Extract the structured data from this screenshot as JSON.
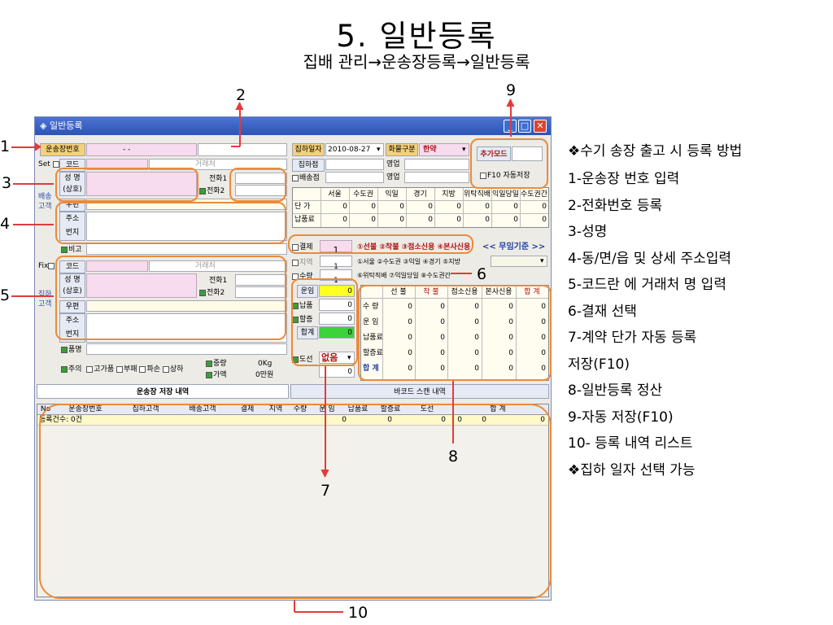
{
  "slide": {
    "title": "5. 일반등록",
    "subtitle": "집배 관리→운송장등록→일반등록"
  },
  "window": {
    "title": "일반등록"
  },
  "left": {
    "waybill_label": "운송장번호",
    "waybill_value": "-   -",
    "set_label": "Set",
    "code_label": "코드",
    "client_label": "거래처",
    "name_label": "성  명",
    "shop_label": "(상호)",
    "phone1": "전화1",
    "phone2": "전화2",
    "ship_customer": "배송",
    "customer": "고객",
    "zip": "우편",
    "addr": "주소",
    "street": "번지",
    "note": "비고",
    "fix_label": "Fix",
    "collect": "집하",
    "item_name": "품명",
    "caution": "주의",
    "opt1": "고가품",
    "opt2": "부패",
    "opt3": "파손",
    "opt4": "상하",
    "weight_label": "중량",
    "weight_value": "0Kg",
    "price_label": "가액",
    "price_value": "0만원"
  },
  "right": {
    "pickup_date_label": "집하일자",
    "pickup_date": "2010-08-27",
    "cargo_type_label": "화물구분",
    "cargo_type": "한약",
    "pickup_store": "집하점",
    "delivery_store": "배송점",
    "business": "영업",
    "add_mode": "추가모드",
    "autosave": "F10 자동저장",
    "region_cols": [
      "서울",
      "수도권",
      "익일",
      "경기",
      "지방",
      "위탁직배",
      "익일당일",
      "수도권간"
    ],
    "unit_price_label": "단 가",
    "fee_label": "납품료",
    "payment_label": "결제",
    "payment_value": "1",
    "payment_options": "①선불 ②착불 ③점소신용 ④본사신용",
    "region_label": "지역",
    "region_value": "1",
    "region_options": "①서울 ②수도권 ③익일 ④경기 ⑤지방",
    "qty_label": "수량",
    "qty_value": "1",
    "qty_options": "⑥위탁직배 ⑦익일당일 ⑧수도권간",
    "no_base": "<< 무임기준 >>",
    "fare": "운임",
    "fee": "납품",
    "surcharge": "할증",
    "total": "합계",
    "ferry": "도선",
    "none": "없음",
    "ferry_value": "0",
    "calc_cols": [
      "선 불",
      "착 불",
      "점소신용",
      "본사신용",
      "합 계"
    ],
    "calc_rows": [
      "수 량",
      "운 임",
      "납품료",
      "할증료",
      "합 계"
    ],
    "zero": "0"
  },
  "list": {
    "tab1": "운송장 저장 내역",
    "tab2": "바코드 스캔 내역",
    "cols": [
      "No",
      "운송장번호",
      "집하고객",
      "배송고객",
      "결제",
      "지역",
      "수량",
      "운 임",
      "납품료",
      "할증료",
      "도선",
      "합 계"
    ],
    "count": "등록건수: 0건"
  },
  "callouts": [
    "1",
    "2",
    "3",
    "4",
    "5",
    "6",
    "7",
    "8",
    "9",
    "10"
  ],
  "notes": [
    "❖수기 송장 출고 시 등록 방법",
    "1-운송장 번호 입력",
    "2-전화번호 등록",
    "3-성명",
    "4-동/면/읍  및 상세 주소입력",
    "5-코드란 에 거래처 명 입력",
    "6-결재 선택",
    "7-계약 단가 자동 등록",
    "  저장(F10)",
    "8-일반등록 정산",
    "9-자동 저장(F10)",
    "10- 등록 내역 리스트",
    "❖집하 일자 선택 가능"
  ]
}
